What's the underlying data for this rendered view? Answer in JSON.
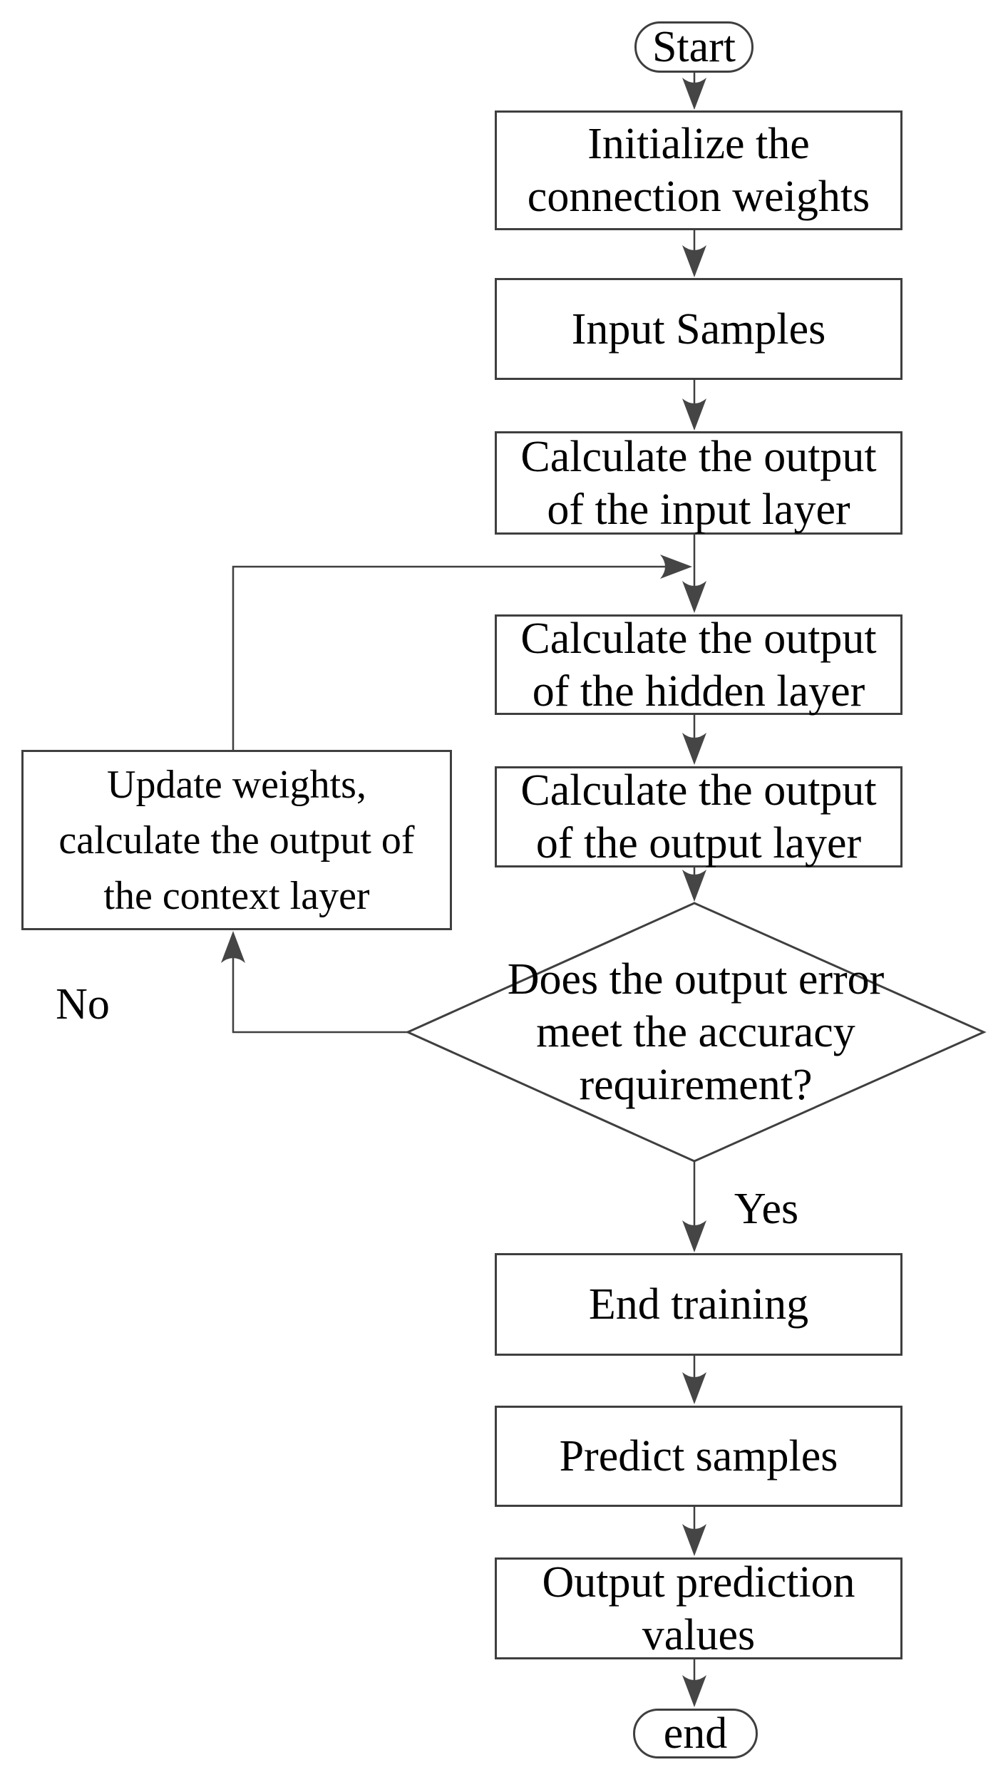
{
  "diagram": {
    "title": "Elman neural network training flowchart",
    "colors": {
      "line": "#3f3f3f",
      "arrow": "#454545",
      "text": "#000000",
      "bg": "#ffffff"
    },
    "nodes": {
      "start": "Start",
      "initialize": "Initialize the\nconnection weights",
      "input_samples": "Input Samples",
      "calc_input": "Calculate the output\nof the input layer",
      "calc_hidden": "Calculate the output\nof the hidden layer",
      "calc_output": "Calculate the output\nof the output layer",
      "decision": "Does the output error\nmeet the accuracy\nrequirement?",
      "update_weights": "Update weights,\ncalculate the output of\nthe context layer",
      "end_training": "End training",
      "predict_samples": "Predict samples",
      "output_values": "Output prediction\nvalues",
      "end": "end"
    },
    "edge_labels": {
      "yes": "Yes",
      "no": "No"
    }
  }
}
